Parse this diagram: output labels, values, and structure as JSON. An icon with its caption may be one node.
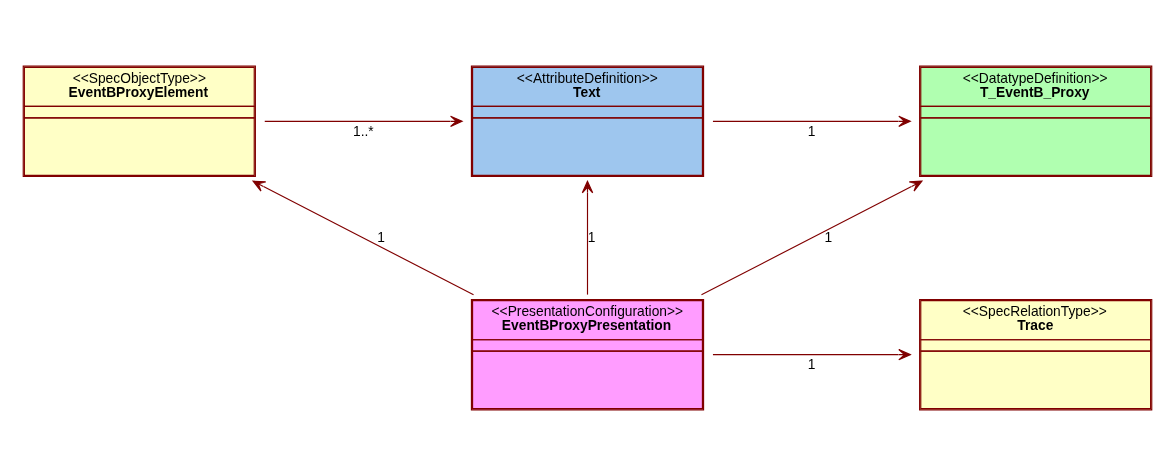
{
  "diagram": {
    "nodes": [
      {
        "text": [
          "<<SpecObjectType>>",
          "EventBProxyElement"
        ]
      },
      {
        "text": [
          "<<AttributeDefinition>>",
          "Text"
        ]
      },
      {
        "text": [
          "<<DatatypeDefinition>>",
          "T_EventB_Proxy"
        ]
      },
      {
        "text": [
          "<<SpecRelationType>>",
          "Trace"
        ]
      },
      {
        "text": [
          "<<PresentationConfiguration>>",
          "EventBProxyPresentation"
        ]
      }
    ],
    "edges": [
      {
        "from": 0,
        "to": 1,
        "arrow": "to",
        "label": "1..*"
      },
      {
        "from": 1,
        "to": 2,
        "arrow": "to",
        "label": "1"
      },
      {
        "from": 4,
        "to": 0,
        "arrow": "to",
        "label": "1"
      },
      {
        "from": 4,
        "to": 1,
        "arrow": "to",
        "label": "1"
      },
      {
        "from": 4,
        "to": 2,
        "arrow": "to",
        "label": "1"
      },
      {
        "from": 4,
        "to": 3,
        "arrow": "to",
        "label": "1"
      }
    ]
  }
}
